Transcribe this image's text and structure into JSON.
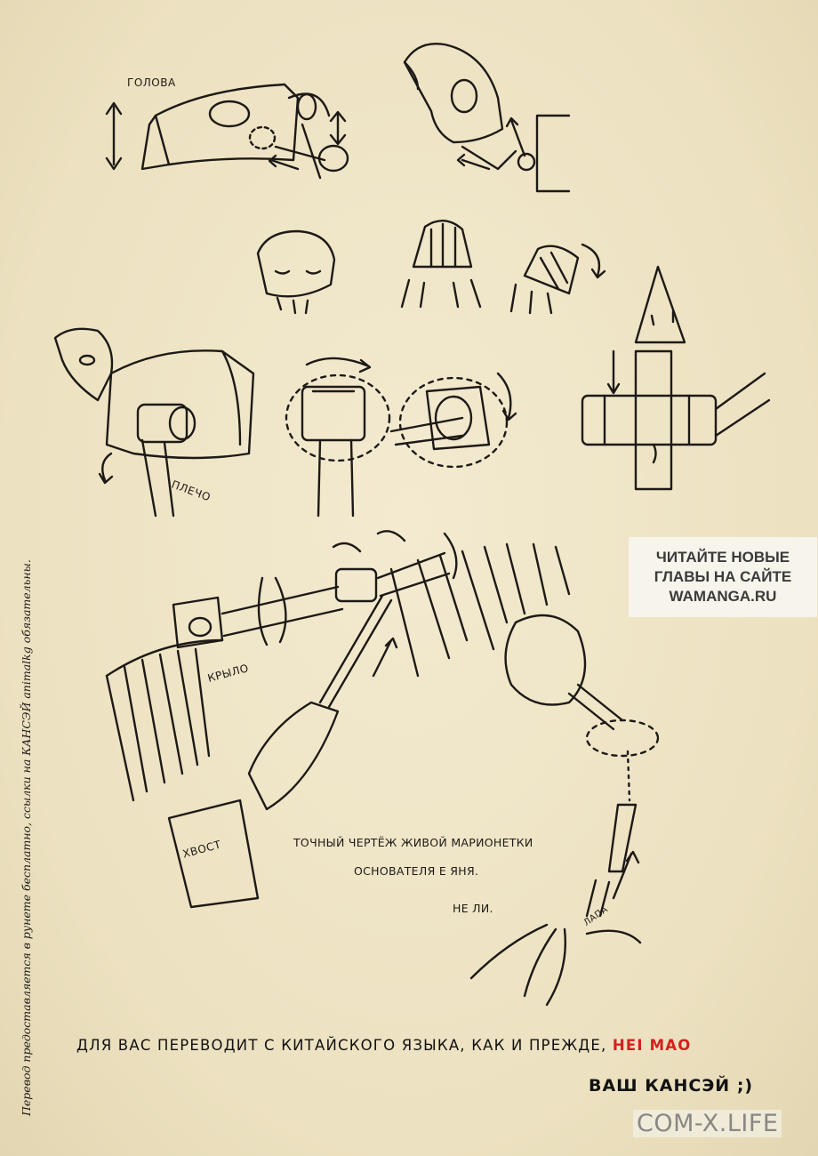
{
  "labels": {
    "head": "ГОЛОВА",
    "shoulder": "ПЛЕЧО",
    "wing": "КРЫЛО",
    "tail": "ХВОСТ",
    "paw": "ЛАПА"
  },
  "note": {
    "line1": "ТОЧНЫЙ ЧЕРТЁЖ ЖИВОЙ МАРИОНЕТКИ",
    "line2": "ОСНОВАТЕЛЯ Е ЯНЯ.",
    "line3": "НЕ ЛИ."
  },
  "promo": {
    "line1": "ЧИТАЙТЕ НОВЫЕ",
    "line2": "ГЛАВЫ НА САЙТЕ",
    "line3": "WAMANGA.RU"
  },
  "credit": {
    "text": "ДЛЯ ВАС ПЕРЕВОДИТ С КИТАЙСКОГО ЯЗЫКА, КАК И ПРЕЖДЕ, ",
    "name": "HEI MAO",
    "signature": "ВАШ КАНСЭЙ ;)"
  },
  "side_text": "Перевод предоставляется в рунете бесплатно, ссылки на КАНСЭЙ animalkg обязательны.",
  "watermark": "COM-X.LIFE",
  "colors": {
    "paper": "#efe5c6",
    "ink": "#1d1a16",
    "accent": "#d4201e"
  }
}
